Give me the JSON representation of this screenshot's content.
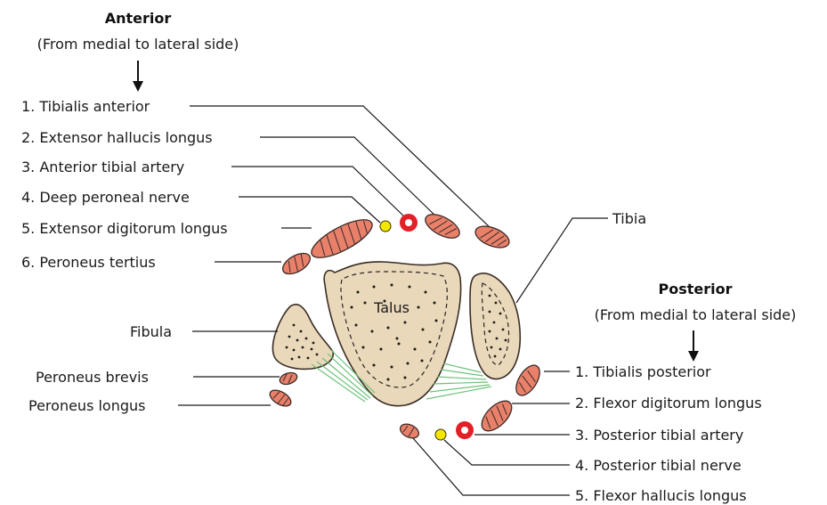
{
  "anterior": {
    "title": "Anterior",
    "subtitle": "(From medial to lateral side)",
    "items": [
      "1. Tibialis anterior",
      "2. Extensor hallucis longus",
      "3. Anterior tibial artery",
      "4. Deep peroneal nerve",
      "5. Extensor digitorum longus",
      "6. Peroneus tertius"
    ]
  },
  "posterior": {
    "title": "Posterior",
    "subtitle": "(From medial to lateral side)",
    "items": [
      "1. Tibialis posterior",
      "2. Flexor digitorum longus",
      "3. Posterior tibial artery",
      "4. Posterior tibial nerve",
      "5. Flexor hallucis longus"
    ]
  },
  "bones": {
    "talus": "Talus",
    "tibia": "Tibia",
    "fibula": "Fibula"
  },
  "lateral": {
    "items": [
      "Peroneus brevis",
      "Peroneus longus"
    ]
  },
  "colors": {
    "muscle": "#e8806a",
    "bone": "#ead8bb",
    "artery": "#e32028",
    "nerve": "#f5e600",
    "ligament": "#6ec17a"
  }
}
